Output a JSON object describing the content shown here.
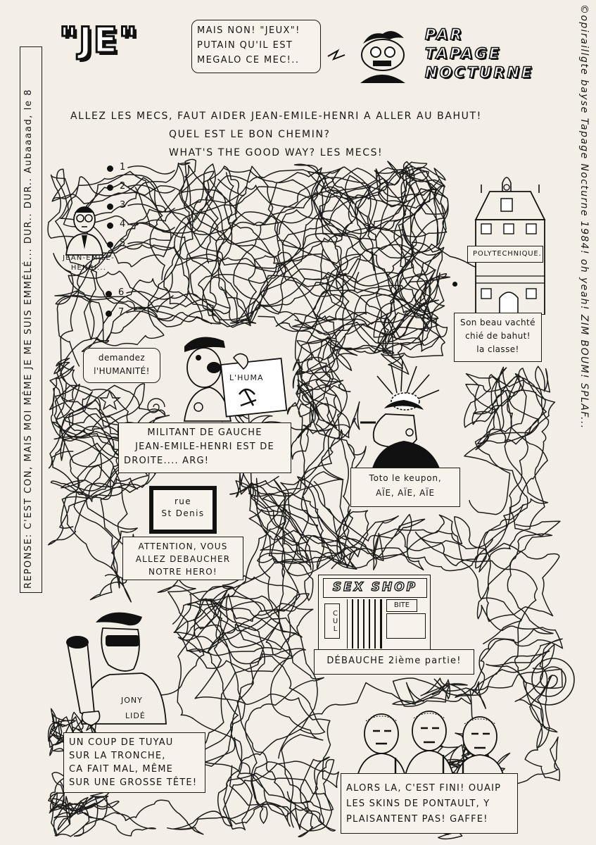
{
  "title": "\"JE\"",
  "speech_top": [
    "MAIS NON! \"JEUX\"!",
    "PUTAIN QU'IL EST",
    "MEGALO CE MEC!.."
  ],
  "byline": [
    "PAR",
    "TAPAGE",
    "NOCTURNE"
  ],
  "intro": [
    "ALLEZ LES MECS, FAUT AIDER JEAN-EMILE-HENRI A ALLER AU BAHUT!",
    "QUEL EST LE BON CHEMIN?",
    "WHAT'S THE GOOD WAY? LES MECS!"
  ],
  "start_numbers": [
    "1",
    "2",
    "3",
    "4",
    "5",
    "6",
    "7"
  ],
  "hero_label": [
    "JEAN-EMILE-",
    "HENRI..."
  ],
  "school": {
    "sign": "POLYTECHNIQUE.",
    "caption": [
      "Son beau vachté",
      "chié de bahut!",
      "la classe!"
    ]
  },
  "militant": {
    "bubble": [
      "demandez",
      "l'HUMANITÉ!"
    ],
    "paper": "L'HUMA",
    "caption": [
      "MILITANT DE GAUCHE",
      "JEAN-EMILE-HENRI EST DE",
      "DROITE.... ARG!"
    ]
  },
  "punk": {
    "caption": [
      "Toto le keupon,",
      "AÏE, AÏE, AÏE"
    ]
  },
  "street": {
    "sign": [
      "rue",
      "St Denis"
    ],
    "caption": [
      "ATTENTION, VOUS",
      "ALLEZ DEBAUCHER",
      "NOTRE HERO!"
    ]
  },
  "sexshop": {
    "sign": "SEX SHOP",
    "side_label": "CUL",
    "window_label": "BITE",
    "caption": "DÉBAUCHE 2ième partie!"
  },
  "rocker": {
    "shirt": [
      "JONY",
      "LIDÉ"
    ],
    "caption": [
      "UN COUP DE TUYAU",
      "SUR LA TRONCHE,",
      "CA FAIT MAL, MÊME",
      "SUR UNE GROSSE TÊTE!"
    ]
  },
  "skins": {
    "caption": [
      "ALORS LA, C'EST FINI! OUAIP",
      "LES SKINS DE PONTAULT, Y",
      "PLAISANTENT PAS! GAFFE!"
    ]
  },
  "answer_vertical": "REPONSE: C'EST CON, MAIS MOI MÊME JE ME SUIS EMMÊLÉ... DUR.. DUR.. Aubaaaad, le 8",
  "copyright_vertical": "©opiraillgte bayse Tapage Nocturne 1984! oh yeah! ZIM BOUM! SPLAF...",
  "colors": {
    "ink": "#161616",
    "paper": "#f3efe6"
  }
}
